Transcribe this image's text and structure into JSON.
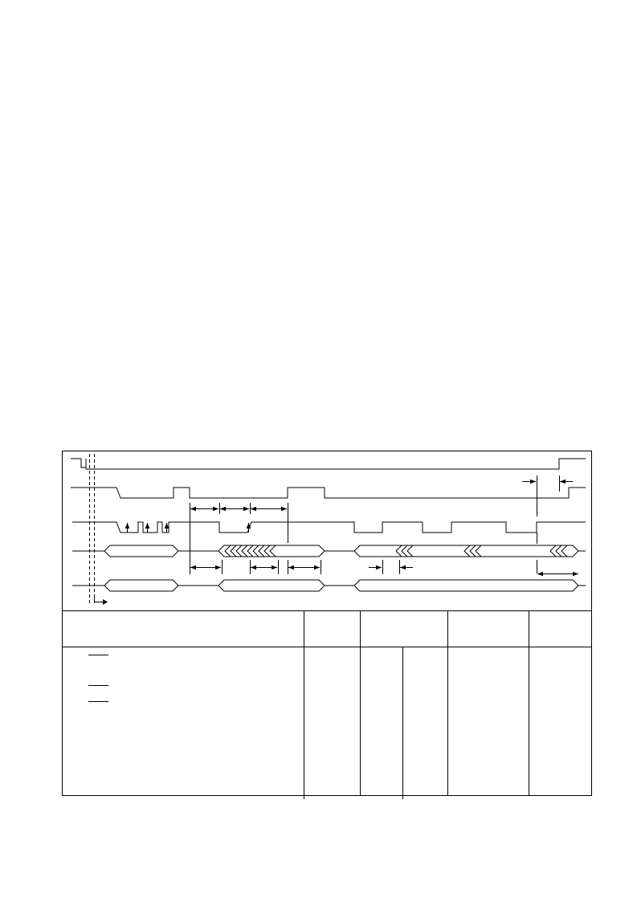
{
  "diagram": {
    "kind": "timing diagram with parameter table",
    "line_color": "#000000",
    "background": "#ffffff",
    "signals": [
      {
        "id": "signal-1",
        "label": ""
      },
      {
        "id": "signal-2",
        "label": ""
      },
      {
        "id": "signal-3",
        "label": ""
      },
      {
        "id": "signal-4",
        "label": ""
      },
      {
        "id": "signal-5",
        "label": ""
      }
    ],
    "table": {
      "header_cells": [
        "",
        "",
        "",
        "",
        ""
      ],
      "rows": [],
      "overline_marks": 3
    }
  }
}
